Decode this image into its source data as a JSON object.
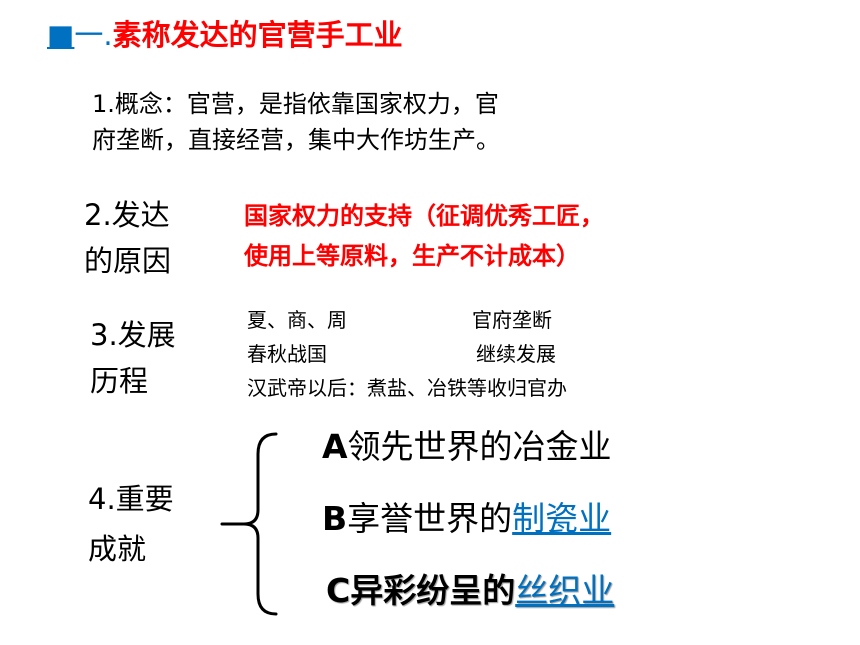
{
  "title": {
    "bullet": "■",
    "number": "一.",
    "text": "素称发达的官营手工业"
  },
  "definition": {
    "line1": "1.概念：官营，是指依靠国家权力，官",
    "line2": "府垄断，直接经营，集中大作坊生产。"
  },
  "reason": {
    "label_line1": "2.发达",
    "label_line2": "的原因",
    "text_line1": "国家权力的支持（征调优秀工匠，",
    "text_line2": "使用上等原料，生产不计成本）"
  },
  "history": {
    "label_line1": "3.发展",
    "label_line2": "历程",
    "rows": [
      {
        "period": "夏、商、周",
        "status": "官府垄断"
      },
      {
        "period": "春秋战国",
        "status": "继续发展"
      },
      {
        "period": "汉武帝以后：煮盐、冶铁等收归官办",
        "status": ""
      }
    ]
  },
  "achievements": {
    "label_line1": "4.重要",
    "label_line2": "成就",
    "items": [
      {
        "prefix": "A",
        "text": "领先世界的",
        "link": "冶金业"
      },
      {
        "prefix": "B",
        "text": "享誉世界的",
        "link": "制瓷业"
      },
      {
        "prefix": "C",
        "text": "异彩纷呈的",
        "link": "丝织业"
      }
    ]
  },
  "colors": {
    "title_red": "#ff0000",
    "accent_blue": "#0070c0"
  }
}
